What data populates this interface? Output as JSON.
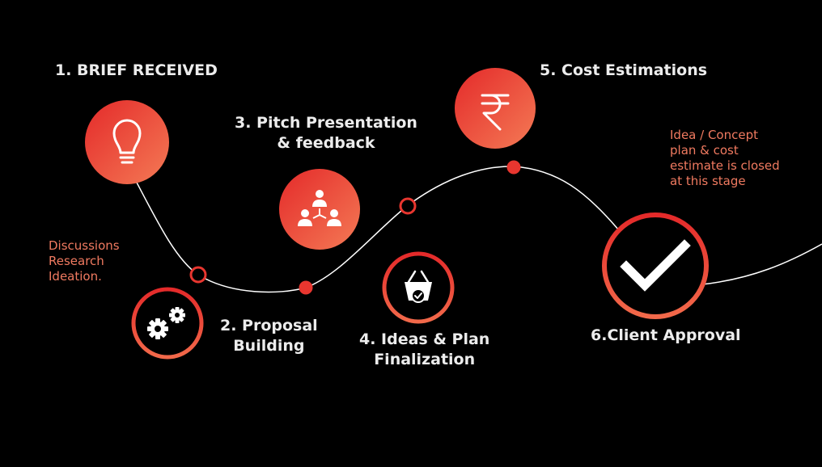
{
  "colors": {
    "background": "#000000",
    "accent": "#e8362f",
    "accent_light": "#f26a4a",
    "note_text": "#f07a60",
    "title_text": "#ececec",
    "path": "#ffffff"
  },
  "steps": [
    {
      "lines": [
        "1. BRIEF RECEIVED"
      ],
      "icon": "lightbulb-icon"
    },
    {
      "lines": [
        "2. Proposal",
        "Building"
      ],
      "icon": "gears-icon"
    },
    {
      "lines": [
        "3. Pitch Presentation",
        "& feedback"
      ],
      "icon": "team-icon"
    },
    {
      "lines": [
        "4. Ideas & Plan",
        "Finalization"
      ],
      "icon": "basket-check-icon"
    },
    {
      "lines": [
        "5. Cost Estimations"
      ],
      "icon": "rupee-icon"
    },
    {
      "lines": [
        "6.Client Approval"
      ],
      "icon": "checkmark-icon"
    }
  ],
  "notes": {
    "left": [
      "Discussions",
      "Research",
      "Ideation."
    ],
    "right": [
      "Idea / Concept",
      "plan & cost",
      "estimate is closed",
      "at this stage"
    ]
  }
}
